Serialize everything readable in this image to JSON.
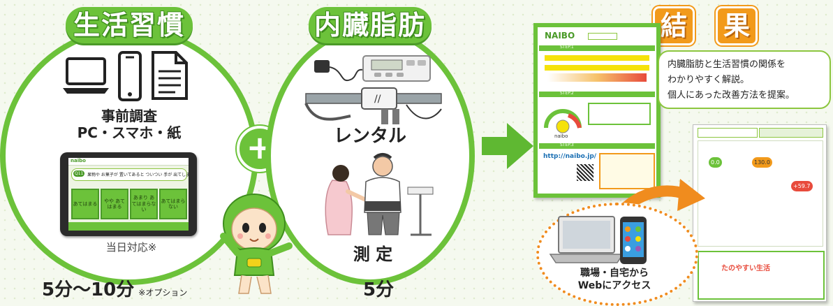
{
  "sections": {
    "lifestyle": {
      "title": "生活習慣",
      "method_line1": "事前調査",
      "method_line2": "PC・スマホ・紙",
      "same_day": "当日対応※",
      "time": "5分〜10分",
      "time_note": "※オプション",
      "tablet": {
        "logo": "naibo",
        "question_label": "Q11",
        "question": "果物や お菓子が 置いてあると ついつい 手が 出てしまう",
        "options": [
          "あてはまる",
          "やや あてはまる",
          "あまり あてはまらない",
          "あてはまらない"
        ]
      }
    },
    "plus_symbol": "+",
    "visceral_fat": {
      "title": "内臓脂肪",
      "rental_label": "レンタル",
      "measure_label": "測 定",
      "time": "5分"
    },
    "result": {
      "title_chars": [
        "結",
        "果"
      ],
      "bubble_lines": [
        "内臓脂肪と生活習慣の関係を",
        "わかりやすく解説。",
        "個人にあった改善方法を提案。"
      ],
      "web_access_line1": "職場・自宅から",
      "web_access_line2": "Webにアクセス",
      "sheet1": {
        "logo": "NAIBO",
        "step1": "STEP.1",
        "step2": "STEP.2",
        "step3": "STEP.3",
        "url": "http://naibo.jp/",
        "gauge_label": "naibo"
      },
      "sheet2": {
        "score_left": "0.0",
        "score_right": "+59.7",
        "score_center": "130.0",
        "highlight": "たのやすい生活"
      }
    }
  },
  "colors": {
    "green": "#6cc23a",
    "dark_green": "#4a9a28",
    "orange": "#f29a1b",
    "arrow_green": "#5fb832"
  },
  "icons": [
    "laptop-icon",
    "smartphone-icon",
    "document-icon",
    "mascot-icon",
    "arrow-right-icon",
    "arrow-curve-icon"
  ]
}
